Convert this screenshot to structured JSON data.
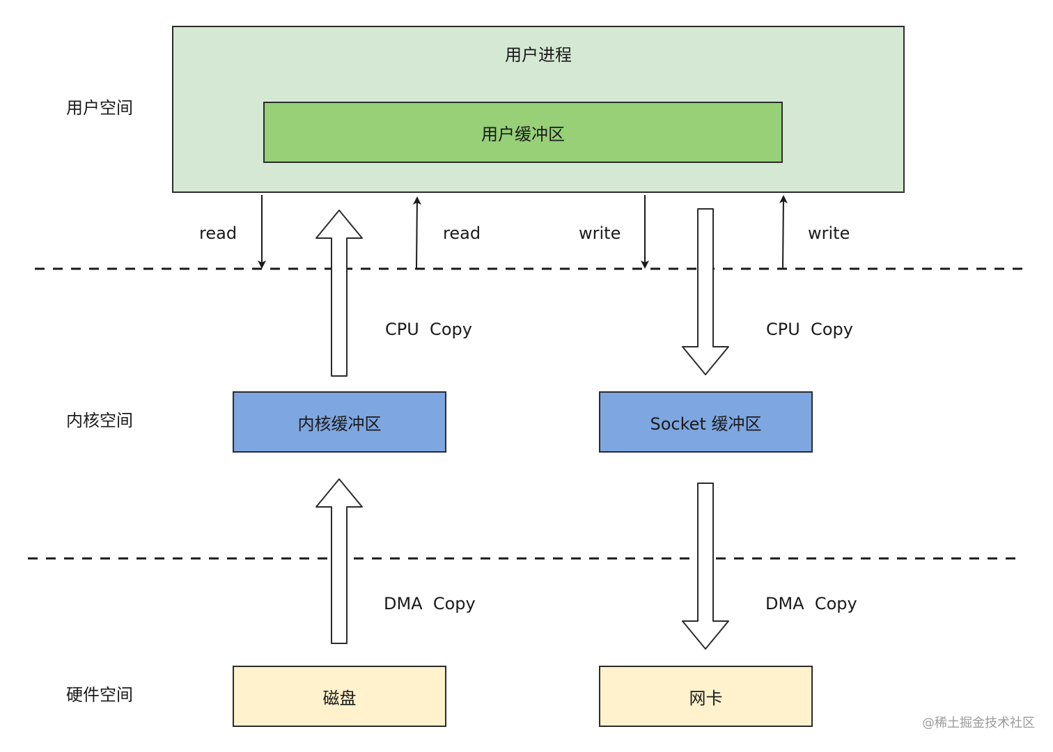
{
  "regions": {
    "user_space": "用户空间",
    "kernel_space": "内核空间",
    "hardware_space": "硬件空间"
  },
  "boxes": {
    "user_process": "用户进程",
    "user_buffer": "用户缓冲区",
    "kernel_buffer": "内核缓冲区",
    "socket_buffer": "Socket 缓冲区",
    "disk": "磁盘",
    "nic": "网卡"
  },
  "labels": {
    "read_call": "read",
    "read_return": "read",
    "write_call": "write",
    "write_return": "write",
    "cpu_copy_read": "CPU  Copy",
    "cpu_copy_write": "CPU  Copy",
    "dma_copy_read": "DMA  Copy",
    "dma_copy_write": "DMA  Copy"
  },
  "watermark": "@稀土掘金技术社区",
  "colors": {
    "user_process_fill": "#d5e8d4",
    "user_buffer_fill": "#97d077",
    "kernel_box_fill": "#7ea6e0",
    "hardware_box_fill": "#fff2cc",
    "stroke": "#2b2b2b"
  }
}
